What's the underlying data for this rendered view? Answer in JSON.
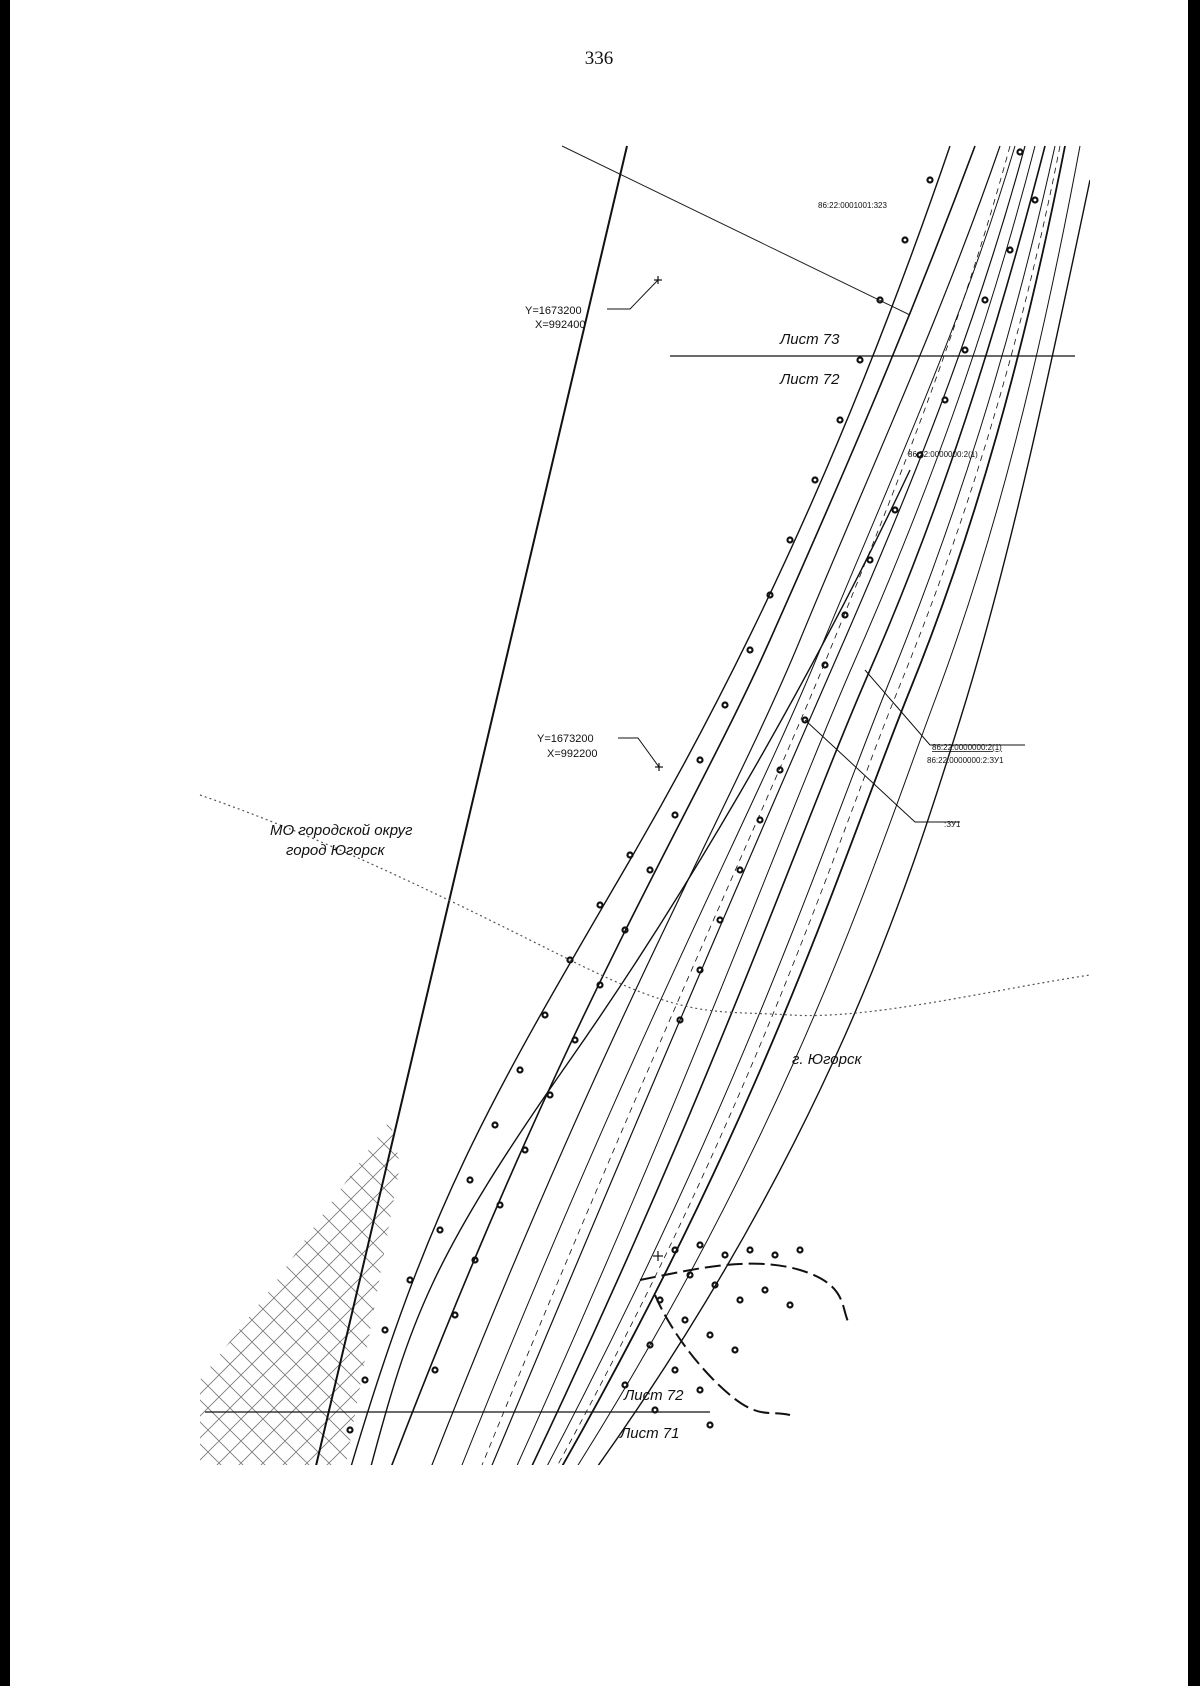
{
  "page": {
    "number": "336"
  },
  "map": {
    "parcel_top": "86:22:0001001:323",
    "sheet_73": "Лист 73",
    "sheet_72_top": "Лист 72",
    "sheet_72_bottom": "Лист 72",
    "sheet_71": "Лист 71",
    "coord_1": {
      "y": "Y=1673200",
      "x": "X=992400"
    },
    "coord_2": {
      "y": "Y=1673200",
      "x": "X=992200"
    },
    "parcel_mid": "86:22:0000000:2(1)",
    "parcel_mid_zu": "86:22:0000000:2:ЗУ1",
    "zu1": ":ЗУ1",
    "parcel_upper_mid": "86:22:0000000:2(1)",
    "district_line1": "МО городской округ",
    "district_line2": "город Югорск",
    "city": "г. Югорск"
  },
  "colors": {
    "ink": "#111111",
    "page_border": "#000000",
    "paper": "#ffffff"
  }
}
